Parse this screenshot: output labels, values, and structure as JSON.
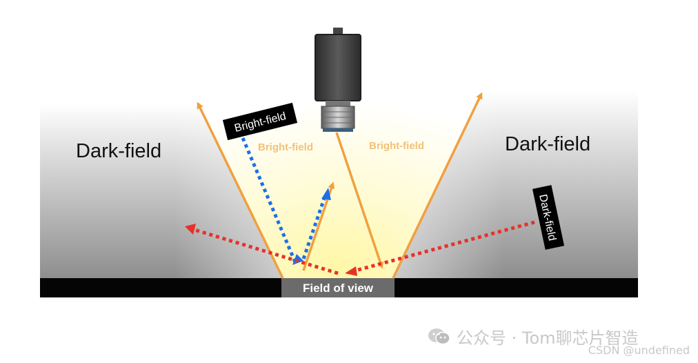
{
  "labels": {
    "dark_field_left": "Dark-field",
    "dark_field_right": "Dark-field",
    "dark_field_tag": "Dark-field",
    "bright_field_tag": "Bright-field",
    "bright_field_left": "Bright-field",
    "bright_field_right": "Bright-field",
    "field_of_view": "Field of view"
  },
  "watermark": {
    "main": "公众号 · Tom聊芯片智造",
    "sub": "CSDN @undefined"
  },
  "colors": {
    "orange_ray": "#f0a040",
    "blue_ray": "#1e6fe8",
    "red_ray": "#e8302a",
    "bright_label": "#f3c178",
    "surface": "#050505",
    "field_box": "#6b6b6b",
    "camera_body": "#333333"
  },
  "icons": [
    "camera-icon",
    "wechat-icon"
  ]
}
